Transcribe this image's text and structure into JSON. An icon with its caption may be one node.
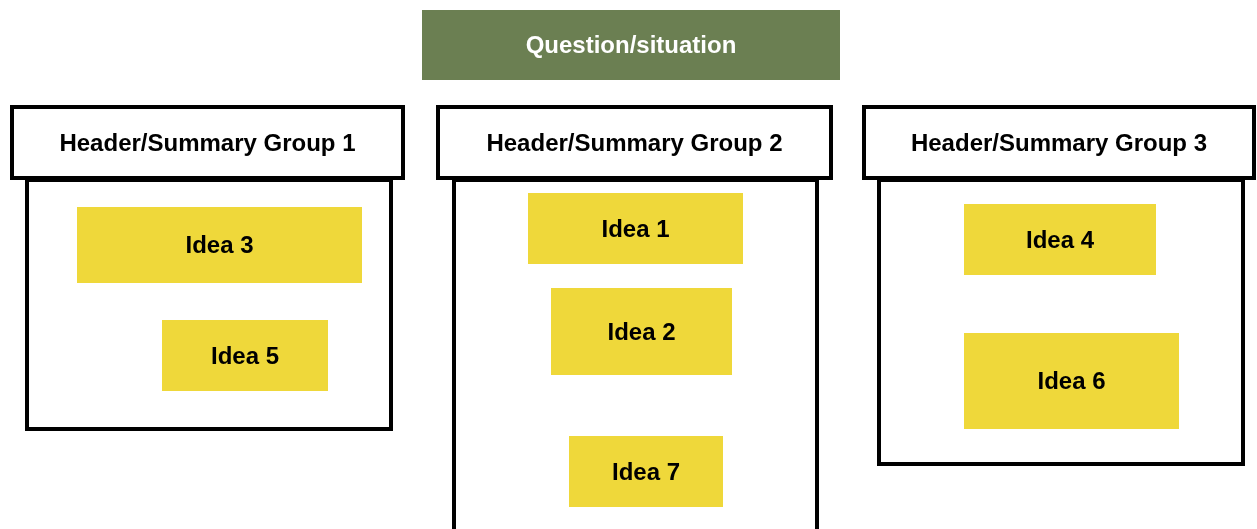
{
  "diagram": {
    "nodes": [
      {
        "text": [
          "Question/situation"
        ]
      },
      {
        "text": [
          "Header/Summary Group 1"
        ]
      },
      {
        "text": [],
        "shape": "box"
      },
      {
        "text": [
          "Idea 3"
        ],
        "in": 2
      },
      {
        "text": [
          "Idea 5"
        ],
        "in": 2
      },
      {
        "text": [
          "Header/Summary Group 2"
        ]
      },
      {
        "text": [],
        "shape": "box"
      },
      {
        "text": [
          "Idea 1"
        ],
        "in": 6
      },
      {
        "text": [
          "Idea 2"
        ],
        "in": 6
      },
      {
        "text": [
          "Idea 7"
        ],
        "in": 6
      },
      {
        "text": [
          "Header/Summary Group 3"
        ]
      },
      {
        "text": [],
        "shape": "box"
      },
      {
        "text": [
          "Idea 4"
        ],
        "in": 11
      },
      {
        "text": [
          "Idea 6"
        ],
        "in": 11
      }
    ]
  }
}
